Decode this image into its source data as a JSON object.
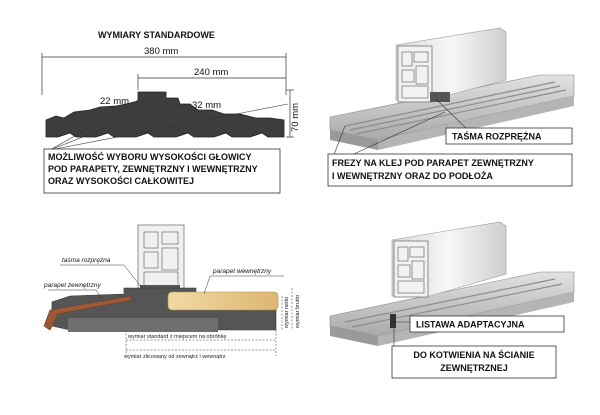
{
  "top_left": {
    "title": "WYMIARY STANDARDOWE",
    "dim_total": "380 mm",
    "dim_inner": "240 mm",
    "dim_left_step": "22 mm",
    "dim_right_step": "32 mm",
    "dim_height": "70 mm",
    "caption_lines": [
      "MOŻLIWOŚĆ WYBORU WYSOKOŚCI GŁOWICY",
      "POD PARAPETY, ZEWNĘTRZNY I WEWNĘTRZNY",
      "ORAZ WYSOKOŚCI CAŁKOWITEJ"
    ]
  },
  "top_right": {
    "label_tape": "TAŚMA ROZPRĘŻNA",
    "caption_lines": [
      "FREZY NA KLEJ POD PARAPET ZEWNĘTRZNY",
      "I WEWNĘTRZNY ORAZ DO PODŁOŻA"
    ]
  },
  "bottom_left": {
    "label_tape": "taśma rozprężna",
    "label_inner_sill": "parapet wewnętrzny",
    "label_outer_sill": "parapet zewnętrzny",
    "label_dim_std": "wymiar standard z miejscem na obróbkę",
    "label_dim_trim": "wymiar zlicowany od zewnątrz i wewnątrz",
    "label_net": "wymiar netto",
    "label_gross": "wymiar brutto"
  },
  "bottom_right": {
    "label_strip": "LISTAWA ADAPTACYJNA",
    "caption_lines": [
      "DO KOTWIENIA NA ŚCIANIE",
      "ZEWNĘTRZNEJ"
    ]
  },
  "colors": {
    "profile_dark": "#3d3d3d",
    "board_gray": "#c8c8c8",
    "window_white": "#eeeeee",
    "sill_wood": "#e8c98a",
    "sill_outer": "#9a5a3a"
  }
}
